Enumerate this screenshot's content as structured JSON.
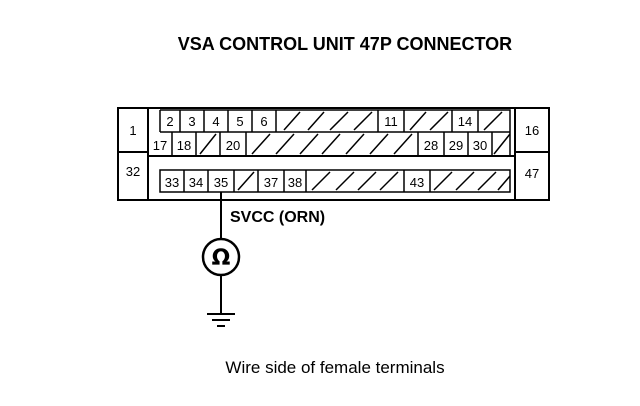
{
  "title": "VSA CONTROL UNIT 47P CONNECTOR",
  "caption": "Wire side of female terminals",
  "wire_label": "SVCC (ORN)",
  "meter_symbol": "Ω",
  "connector": {
    "pins": {
      "p1": "1",
      "p2": "2",
      "p3": "3",
      "p4": "4",
      "p5": "5",
      "p6": "6",
      "p11": "11",
      "p14": "14",
      "p16": "16",
      "p17": "17",
      "p18": "18",
      "p20": "20",
      "p28": "28",
      "p29": "29",
      "p30": "30",
      "p32": "32",
      "p33": "33",
      "p34": "34",
      "p35": "35",
      "p37": "37",
      "p38": "38",
      "p43": "43",
      "p47": "47"
    }
  }
}
